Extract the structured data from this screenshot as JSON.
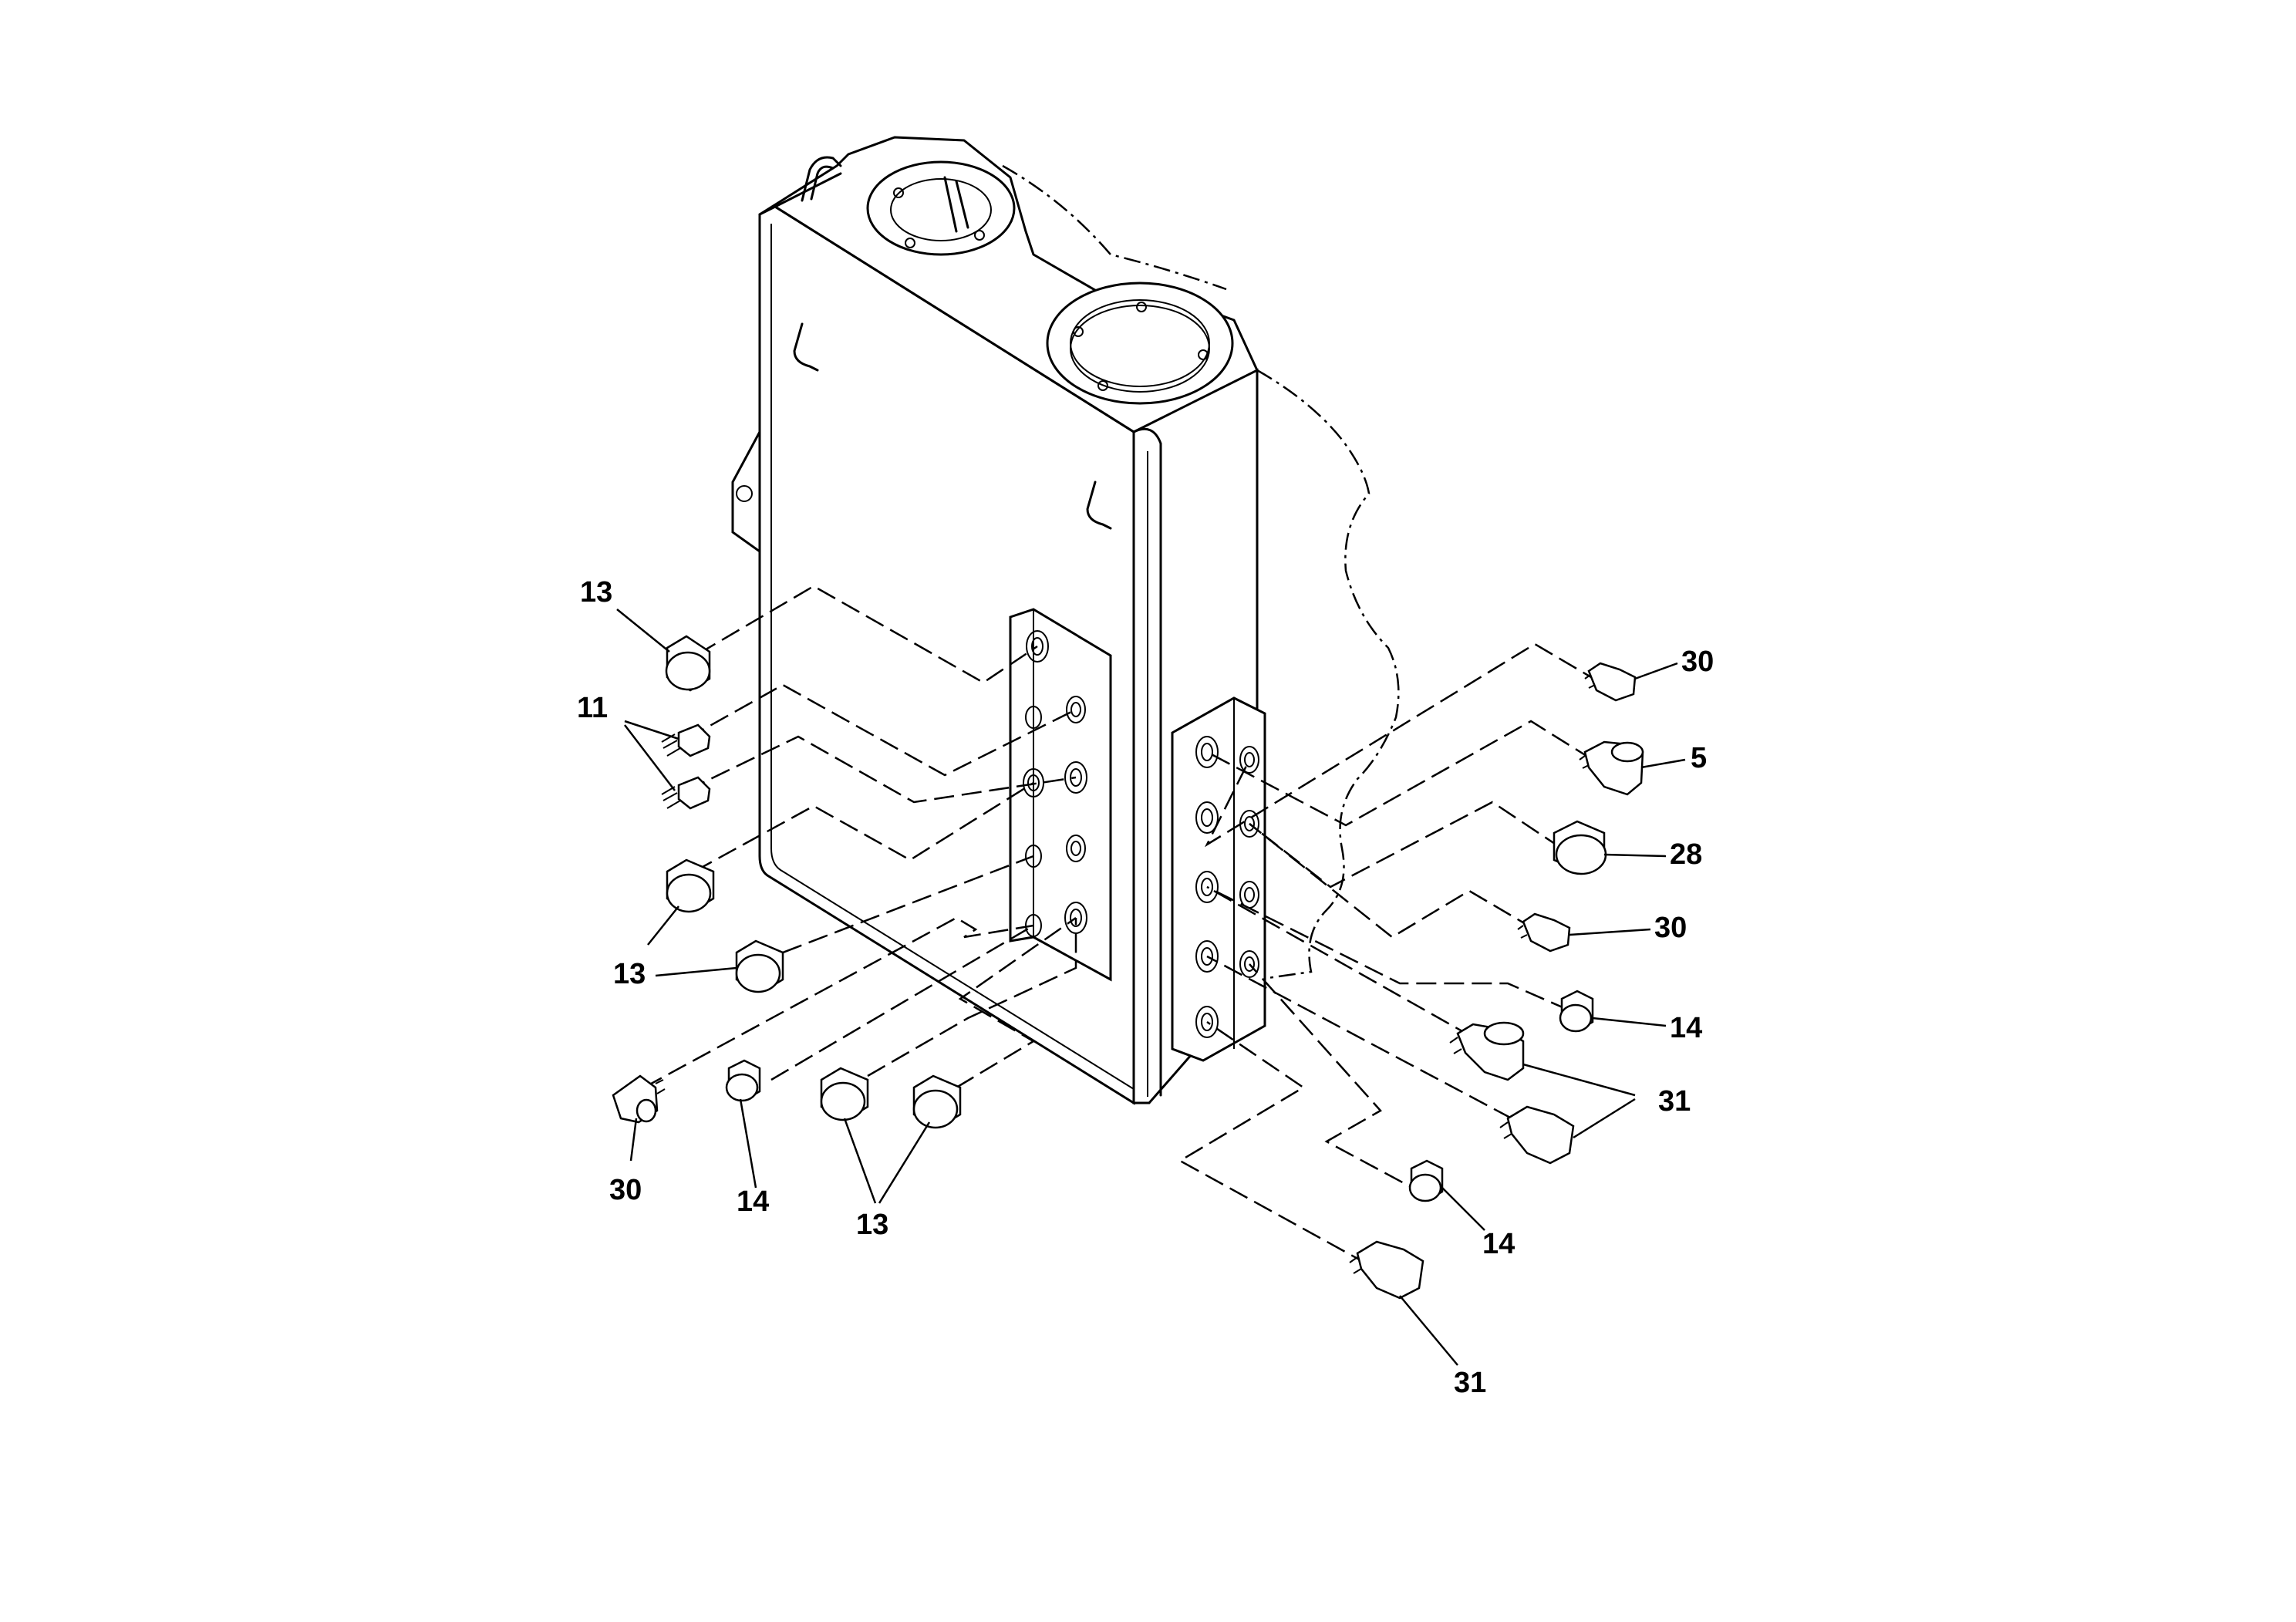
{
  "callouts": [
    {
      "id": "c1",
      "text": "13"
    },
    {
      "id": "c2",
      "text": "11"
    },
    {
      "id": "c3",
      "text": "13"
    },
    {
      "id": "c4",
      "text": "30"
    },
    {
      "id": "c5",
      "text": "14"
    },
    {
      "id": "c6",
      "text": "13"
    },
    {
      "id": "c7",
      "text": "30"
    },
    {
      "id": "c8",
      "text": "5"
    },
    {
      "id": "c9",
      "text": "28"
    },
    {
      "id": "c10",
      "text": "30"
    },
    {
      "id": "c11",
      "text": "14"
    },
    {
      "id": "c12",
      "text": "31"
    },
    {
      "id": "c13",
      "text": "14"
    },
    {
      "id": "c14",
      "text": "31"
    }
  ]
}
